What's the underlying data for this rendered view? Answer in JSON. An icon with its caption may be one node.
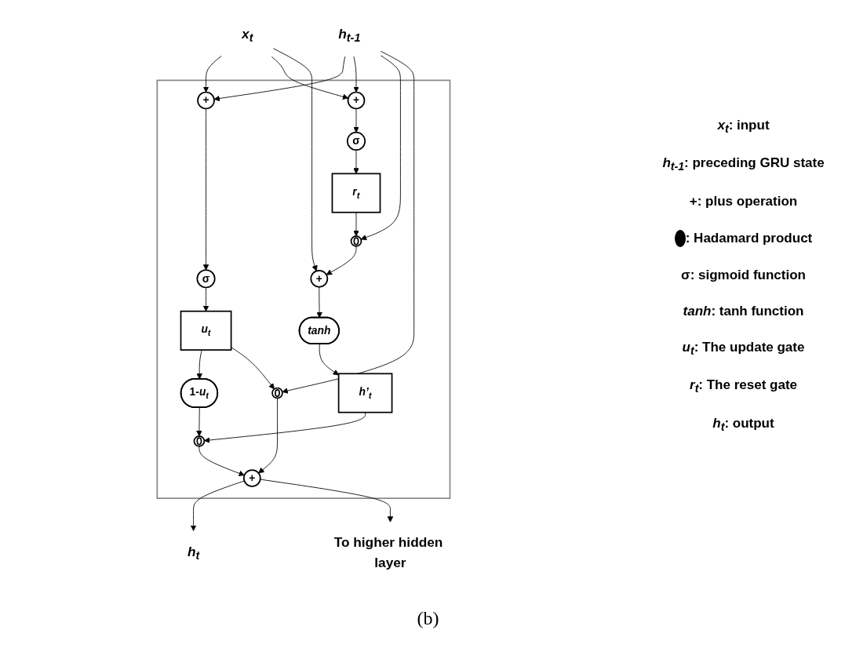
{
  "diagram": {
    "caption": "(b)",
    "nodes": [
      {
        "text": [],
        "shape": "box"
      },
      {
        "text": [
          "h$_{t-1}$"
        ]
      },
      {
        "text": [
          "x$_{t}$"
        ]
      },
      {
        "text": [
          "+"
        ],
        "in": 0
      },
      {
        "text": [
          "σ"
        ],
        "in": 0
      },
      {
        "text": [
          "u$_{t}$"
        ],
        "in": 0
      },
      {
        "text": [
          "+"
        ],
        "in": 0
      },
      {
        "text": [
          "σ"
        ],
        "in": 0
      },
      {
        "text": [
          "r$_{t}$"
        ],
        "in": 0
      },
      {
        "text": [],
        "shape": "circle",
        "in": 0
      },
      {
        "text": [
          "+"
        ],
        "in": 0
      },
      {
        "text": [
          "tanh"
        ],
        "in": 0
      },
      {
        "text": [
          "h’$_{t}$"
        ],
        "in": 0
      },
      {
        "text": [
          "1-*u$_{t}$*"
        ],
        "in": 0
      },
      {
        "text": [],
        "shape": "circle",
        "in": 0
      },
      {
        "text": [],
        "shape": "circle",
        "in": 0
      },
      {
        "text": [
          "+"
        ],
        "in": 0
      },
      {
        "text": [
          "h$_{t}$"
        ]
      },
      {
        "text": [
          "To higher hidden layer"
        ]
      }
    ],
    "edges": [
      {
        "from": 1,
        "to": 3,
        "arrow": "to"
      },
      {
        "from": 1,
        "to": 6,
        "arrow": "to"
      },
      {
        "from": 1,
        "to": 9,
        "arrow": "to"
      },
      {
        "from": 1,
        "to": 15,
        "arrow": "to"
      },
      {
        "from": 2,
        "to": 3,
        "arrow": "to"
      },
      {
        "from": 2,
        "to": 6,
        "arrow": "to"
      },
      {
        "from": 2,
        "to": 10,
        "arrow": "to"
      },
      {
        "from": 3,
        "to": 4,
        "arrow": "to"
      },
      {
        "from": 4,
        "to": 5,
        "arrow": "to"
      },
      {
        "from": 6,
        "to": 7,
        "arrow": "to"
      },
      {
        "from": 7,
        "to": 8,
        "arrow": "to"
      },
      {
        "from": 8,
        "to": 9,
        "arrow": "to"
      },
      {
        "from": 9,
        "to": 10,
        "arrow": "to"
      },
      {
        "from": 10,
        "to": 11,
        "arrow": "to"
      },
      {
        "from": 11,
        "to": 12,
        "arrow": "to"
      },
      {
        "from": 12,
        "to": 14,
        "arrow": "to"
      },
      {
        "from": 5,
        "to": 13,
        "arrow": "to"
      },
      {
        "from": 5,
        "to": 15,
        "arrow": "to"
      },
      {
        "from": 13,
        "to": 14,
        "arrow": "to"
      },
      {
        "from": 14,
        "to": 16,
        "arrow": "to"
      },
      {
        "from": 15,
        "to": 16,
        "arrow": "to"
      },
      {
        "from": 16,
        "to": 17,
        "arrow": "to"
      },
      {
        "from": 16,
        "to": 18,
        "arrow": "to"
      }
    ],
    "labels": [
      "*x$_{t}$*: input",
      "*h$_{t-1}$*: preceding GRU state",
      "+: plus operation",
      "σ: sigmoid function",
      "*tanh*: tanh function",
      "*u$_{t}$*: The update gate",
      "*r$_{t}$*: The reset gate",
      "*h$_{t}$*: output"
    ],
    "legend": [
      {
        "text": ": Hadamard product"
      }
    ]
  }
}
